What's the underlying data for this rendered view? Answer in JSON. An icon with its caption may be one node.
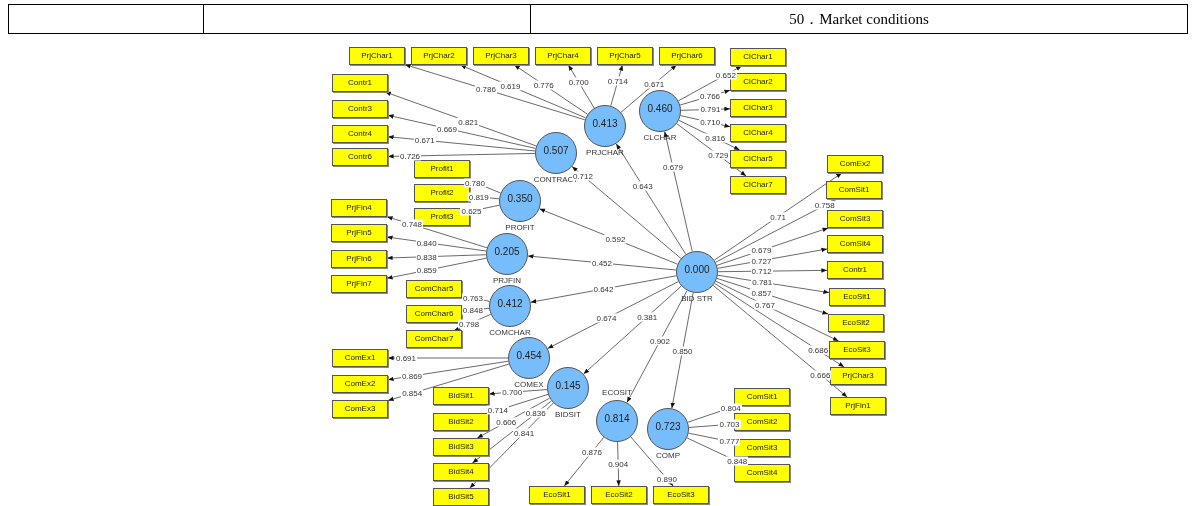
{
  "diagram": {
    "nodes": [
      {
        "text": [
          "0.413",
          "PRJCHAR"
        ]
      },
      {
        "text": [
          "PrjChar1"
        ]
      },
      {
        "text": [
          "PrjChar2"
        ]
      },
      {
        "text": [
          "PrjChar3"
        ]
      },
      {
        "text": [
          "PrjChar4"
        ]
      },
      {
        "text": [
          "PrjChar5"
        ]
      },
      {
        "text": [
          "PrjChar6"
        ]
      },
      {
        "text": [
          "0.460",
          "CLCHAR"
        ]
      },
      {
        "text": [
          "ClChar1"
        ]
      },
      {
        "text": [
          "ClChar2"
        ]
      },
      {
        "text": [
          "ClChar3"
        ]
      },
      {
        "text": [
          "ClChar4"
        ]
      },
      {
        "text": [
          "ClChar5"
        ]
      },
      {
        "text": [
          "ClChar7"
        ]
      },
      {
        "text": [
          "0.507",
          "CONTRACT"
        ]
      },
      {
        "text": [
          "Contr1"
        ]
      },
      {
        "text": [
          "Contr3"
        ]
      },
      {
        "text": [
          "Contr4"
        ]
      },
      {
        "text": [
          "Contr6"
        ]
      },
      {
        "text": [
          "0.350",
          "PROFIT"
        ]
      },
      {
        "text": [
          "Profit1"
        ]
      },
      {
        "text": [
          "Profit2"
        ]
      },
      {
        "text": [
          "Profit3"
        ]
      },
      {
        "text": [
          "0.205",
          "PRJFIN"
        ]
      },
      {
        "text": [
          "PrjFin4"
        ]
      },
      {
        "text": [
          "PrjFin5"
        ]
      },
      {
        "text": [
          "PrjFin6"
        ]
      },
      {
        "text": [
          "PrjFin7"
        ]
      },
      {
        "text": [
          "0.412",
          "COMCHAR"
        ]
      },
      {
        "text": [
          "ComChar5"
        ]
      },
      {
        "text": [
          "ComChar6"
        ]
      },
      {
        "text": [
          "ComChar7"
        ]
      },
      {
        "text": [
          "0.454",
          "COMEX"
        ]
      },
      {
        "text": [
          "ComEx1"
        ]
      },
      {
        "text": [
          "ComEx2"
        ]
      },
      {
        "text": [
          "ComEx3"
        ]
      },
      {
        "text": [
          "0.145",
          "BIDSIT"
        ]
      },
      {
        "text": [
          "BidSit1"
        ]
      },
      {
        "text": [
          "BidSit2"
        ]
      },
      {
        "text": [
          "BidSit3"
        ]
      },
      {
        "text": [
          "BidSit4"
        ]
      },
      {
        "text": [
          "BidSit5"
        ]
      },
      {
        "text": [
          "ECOSIT",
          "0.814"
        ]
      },
      {
        "text": [
          "EcoSit1"
        ]
      },
      {
        "text": [
          "EcoSit2"
        ]
      },
      {
        "text": [
          "EcoSit3"
        ]
      },
      {
        "text": [
          "0.723",
          "COMP"
        ]
      },
      {
        "text": [
          "ComSit1"
        ]
      },
      {
        "text": [
          "ComSit2"
        ]
      },
      {
        "text": [
          "ComSit3"
        ]
      },
      {
        "text": [
          "ComSit4"
        ]
      },
      {
        "text": [
          "0.000",
          "BID STR"
        ]
      },
      {
        "text": [
          "ComEx2"
        ]
      },
      {
        "text": [
          "ComSit1"
        ]
      },
      {
        "text": [
          "ComSit3"
        ]
      },
      {
        "text": [
          "ComSit4"
        ]
      },
      {
        "text": [
          "Contr1"
        ]
      },
      {
        "text": [
          "EcoSit1"
        ]
      },
      {
        "text": [
          "EcoSit2"
        ]
      },
      {
        "text": [
          "EcoSit3"
        ]
      },
      {
        "text": [
          "PrjChar3"
        ]
      },
      {
        "text": [
          "PrjFin1"
        ]
      }
    ],
    "edges": [
      {
        "from": 0,
        "to": 1,
        "arrow": "to",
        "label": "0.786"
      },
      {
        "from": 0,
        "to": 2,
        "arrow": "to",
        "label": "0.619"
      },
      {
        "from": 0,
        "to": 3,
        "arrow": "to",
        "label": "0.776"
      },
      {
        "from": 0,
        "to": 4,
        "arrow": "to",
        "label": "0.700"
      },
      {
        "from": 0,
        "to": 5,
        "arrow": "to",
        "label": "0.714"
      },
      {
        "from": 0,
        "to": 6,
        "arrow": "to",
        "label": "0.671"
      },
      {
        "from": 7,
        "to": 8,
        "arrow": "to",
        "label": "0.652"
      },
      {
        "from": 7,
        "to": 9,
        "arrow": "to",
        "label": "0.766"
      },
      {
        "from": 7,
        "to": 10,
        "arrow": "to",
        "label": "0.791"
      },
      {
        "from": 7,
        "to": 11,
        "arrow": "to",
        "label": "0.710"
      },
      {
        "from": 7,
        "to": 12,
        "arrow": "to",
        "label": "0.816"
      },
      {
        "from": 7,
        "to": 13,
        "arrow": "to",
        "label": "0.729"
      },
      {
        "from": 14,
        "to": 15,
        "arrow": "to",
        "label": "0.821"
      },
      {
        "from": 14,
        "to": 16,
        "arrow": "to",
        "label": "0.669"
      },
      {
        "from": 14,
        "to": 17,
        "arrow": "to",
        "label": "0.671"
      },
      {
        "from": 14,
        "to": 18,
        "arrow": "to",
        "label": "0.726"
      },
      {
        "from": 19,
        "to": 20,
        "arrow": "to",
        "label": "0.780"
      },
      {
        "from": 19,
        "to": 21,
        "arrow": "to",
        "label": "0.819"
      },
      {
        "from": 19,
        "to": 22,
        "arrow": "to",
        "label": "0.625"
      },
      {
        "from": 23,
        "to": 24,
        "arrow": "to",
        "label": "0.748"
      },
      {
        "from": 23,
        "to": 25,
        "arrow": "to",
        "label": "0.840"
      },
      {
        "from": 23,
        "to": 26,
        "arrow": "to",
        "label": "0.838"
      },
      {
        "from": 23,
        "to": 27,
        "arrow": "to",
        "label": "0.859"
      },
      {
        "from": 28,
        "to": 29,
        "arrow": "to",
        "label": "0.763"
      },
      {
        "from": 28,
        "to": 30,
        "arrow": "to",
        "label": "0.848"
      },
      {
        "from": 28,
        "to": 31,
        "arrow": "to",
        "label": "0.798"
      },
      {
        "from": 32,
        "to": 33,
        "arrow": "to",
        "label": "0.691"
      },
      {
        "from": 32,
        "to": 34,
        "arrow": "to",
        "label": "0.869"
      },
      {
        "from": 32,
        "to": 35,
        "arrow": "to",
        "label": "0.854"
      },
      {
        "from": 36,
        "to": 37,
        "arrow": "to",
        "label": "0.700"
      },
      {
        "from": 36,
        "to": 38,
        "arrow": "to",
        "label": "0.714"
      },
      {
        "from": 36,
        "to": 39,
        "arrow": "to",
        "label": "0.606"
      },
      {
        "from": 36,
        "to": 40,
        "arrow": "to",
        "label": "0.836"
      },
      {
        "from": 36,
        "to": 41,
        "arrow": "to",
        "label": "0.841"
      },
      {
        "from": 42,
        "to": 43,
        "arrow": "to",
        "label": "0.876"
      },
      {
        "from": 42,
        "to": 44,
        "arrow": "to",
        "label": "0.904"
      },
      {
        "from": 42,
        "to": 45,
        "arrow": "to",
        "label": "0.890"
      },
      {
        "from": 46,
        "to": 47,
        "arrow": "to",
        "label": "0.804"
      },
      {
        "from": 46,
        "to": 48,
        "arrow": "to",
        "label": "0.703"
      },
      {
        "from": 46,
        "to": 49,
        "arrow": "to",
        "label": "0.777"
      },
      {
        "from": 46,
        "to": 50,
        "arrow": "to",
        "label": "0.848"
      },
      {
        "from": 51,
        "to": 14,
        "arrow": "to",
        "label": "0.712"
      },
      {
        "from": 51,
        "to": 0,
        "arrow": "to",
        "label": "0.643"
      },
      {
        "from": 51,
        "to": 7,
        "arrow": "to",
        "label": "0.679"
      },
      {
        "from": 51,
        "to": 19,
        "arrow": "to",
        "label": "0.592"
      },
      {
        "from": 51,
        "to": 23,
        "arrow": "to",
        "label": "0.452"
      },
      {
        "from": 51,
        "to": 28,
        "arrow": "to",
        "label": "0.642"
      },
      {
        "from": 51,
        "to": 32,
        "arrow": "to",
        "label": "0.674"
      },
      {
        "from": 51,
        "to": 36,
        "arrow": "to",
        "label": "0.381"
      },
      {
        "from": 51,
        "to": 42,
        "arrow": "to",
        "label": "0.902"
      },
      {
        "from": 51,
        "to": 46,
        "arrow": "to",
        "label": "0.850"
      },
      {
        "from": 51,
        "to": 52,
        "arrow": "to",
        "label": "0.71"
      },
      {
        "from": 51,
        "to": 53,
        "arrow": "to",
        "label": "0.758"
      },
      {
        "from": 51,
        "to": 54,
        "arrow": "to",
        "label": "0.679"
      },
      {
        "from": 51,
        "to": 55,
        "arrow": "to",
        "label": "0.727"
      },
      {
        "from": 51,
        "to": 56,
        "arrow": "to",
        "label": "0.712"
      },
      {
        "from": 51,
        "to": 57,
        "arrow": "to",
        "label": "0.781"
      },
      {
        "from": 51,
        "to": 58,
        "arrow": "to",
        "label": "0.857"
      },
      {
        "from": 51,
        "to": 59,
        "arrow": "to",
        "label": "0.767"
      },
      {
        "from": 51,
        "to": 60,
        "arrow": "to",
        "label": "0.686"
      },
      {
        "from": 51,
        "to": 61,
        "arrow": "to",
        "label": "0.666"
      }
    ],
    "labels": [
      "50．Market conditions"
    ]
  }
}
